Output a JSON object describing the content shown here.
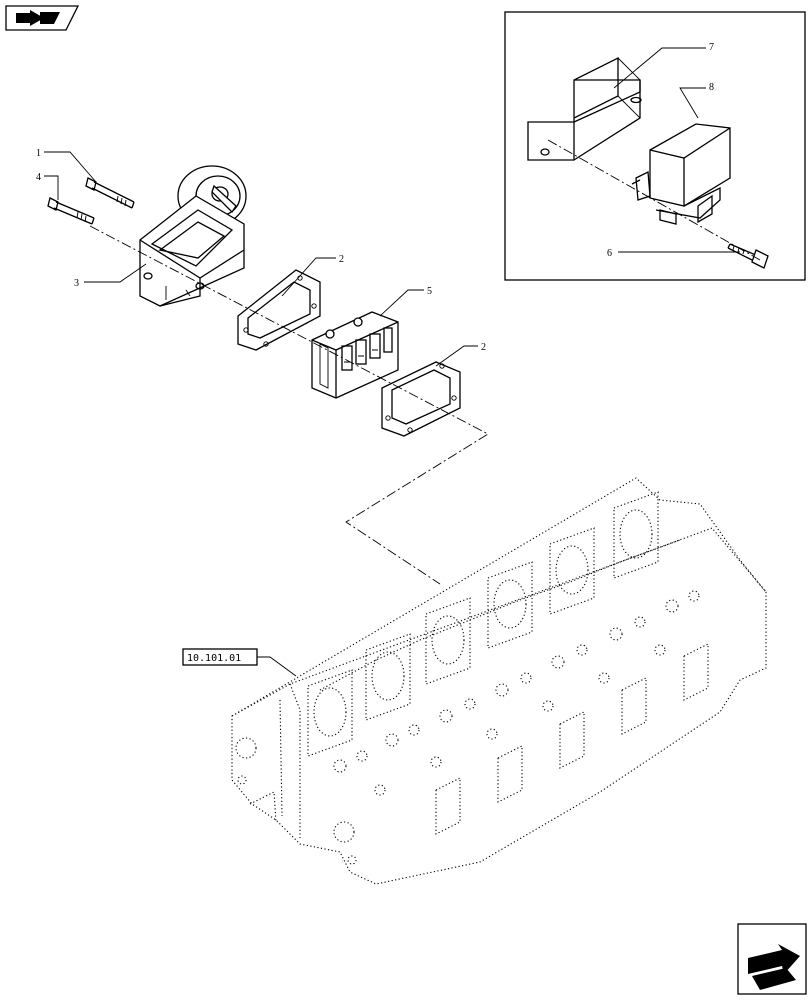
{
  "callouts": {
    "c1": "1",
    "c2a": "2",
    "c2b": "2",
    "c3": "3",
    "c4": "4",
    "c5": "5",
    "c6": "6",
    "c7": "7",
    "c8": "8"
  },
  "reference": {
    "label": "10.101.01"
  },
  "icons": {
    "top_left": "book-arrow-icon",
    "bottom_right": "next-page-arrow-icon"
  }
}
